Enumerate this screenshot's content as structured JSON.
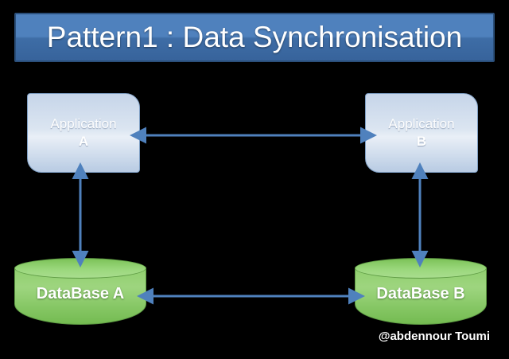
{
  "title": {
    "text": "Pattern1 : Data Synchronisation",
    "background_color": "#4f81bd",
    "border_color": "#2b4f7a",
    "text_color": "#ffffff"
  },
  "nodes": {
    "app_a": {
      "line1": "Application",
      "line2": "A",
      "fill_color": "#dbe5f1"
    },
    "app_b": {
      "line1": "Application",
      "line2": "B",
      "fill_color": "#dbe5f1"
    },
    "db_a": {
      "label": "DataBase A",
      "fill_color": "#9ed57f"
    },
    "db_b": {
      "label": "DataBase B",
      "fill_color": "#9ed57f"
    }
  },
  "connectors": [
    {
      "name": "app-a-to-app-b",
      "style": "double-arrow",
      "orientation": "horizontal",
      "color": "#4f81bd"
    },
    {
      "name": "app-a-to-db-a",
      "style": "double-arrow",
      "orientation": "vertical",
      "color": "#4f81bd"
    },
    {
      "name": "app-b-to-db-b",
      "style": "double-arrow",
      "orientation": "vertical",
      "color": "#4f81bd"
    },
    {
      "name": "db-a-to-db-b",
      "style": "double-arrow",
      "orientation": "horizontal",
      "color": "#4f81bd"
    }
  ],
  "watermark": {
    "text": "@abdennour Toumi",
    "color": "#ffffff"
  },
  "canvas": {
    "background_color": "#000000"
  }
}
